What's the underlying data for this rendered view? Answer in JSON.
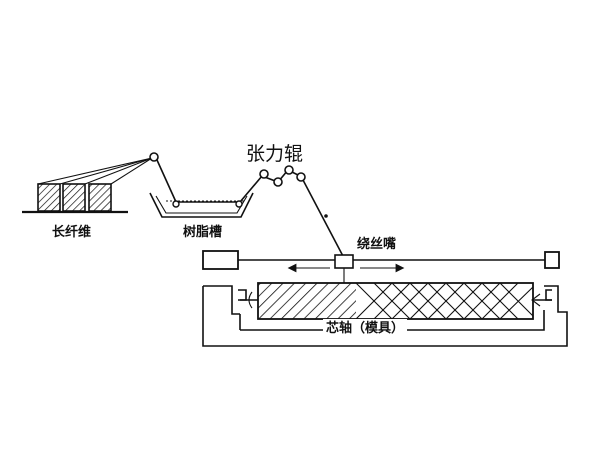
{
  "labels": {
    "long_fiber": "长纤维",
    "resin_tank": "树脂槽",
    "tension_roller": "张力辊",
    "winding_nozzle": "绕丝嘴",
    "mandrel": "芯轴（模具）"
  }
}
